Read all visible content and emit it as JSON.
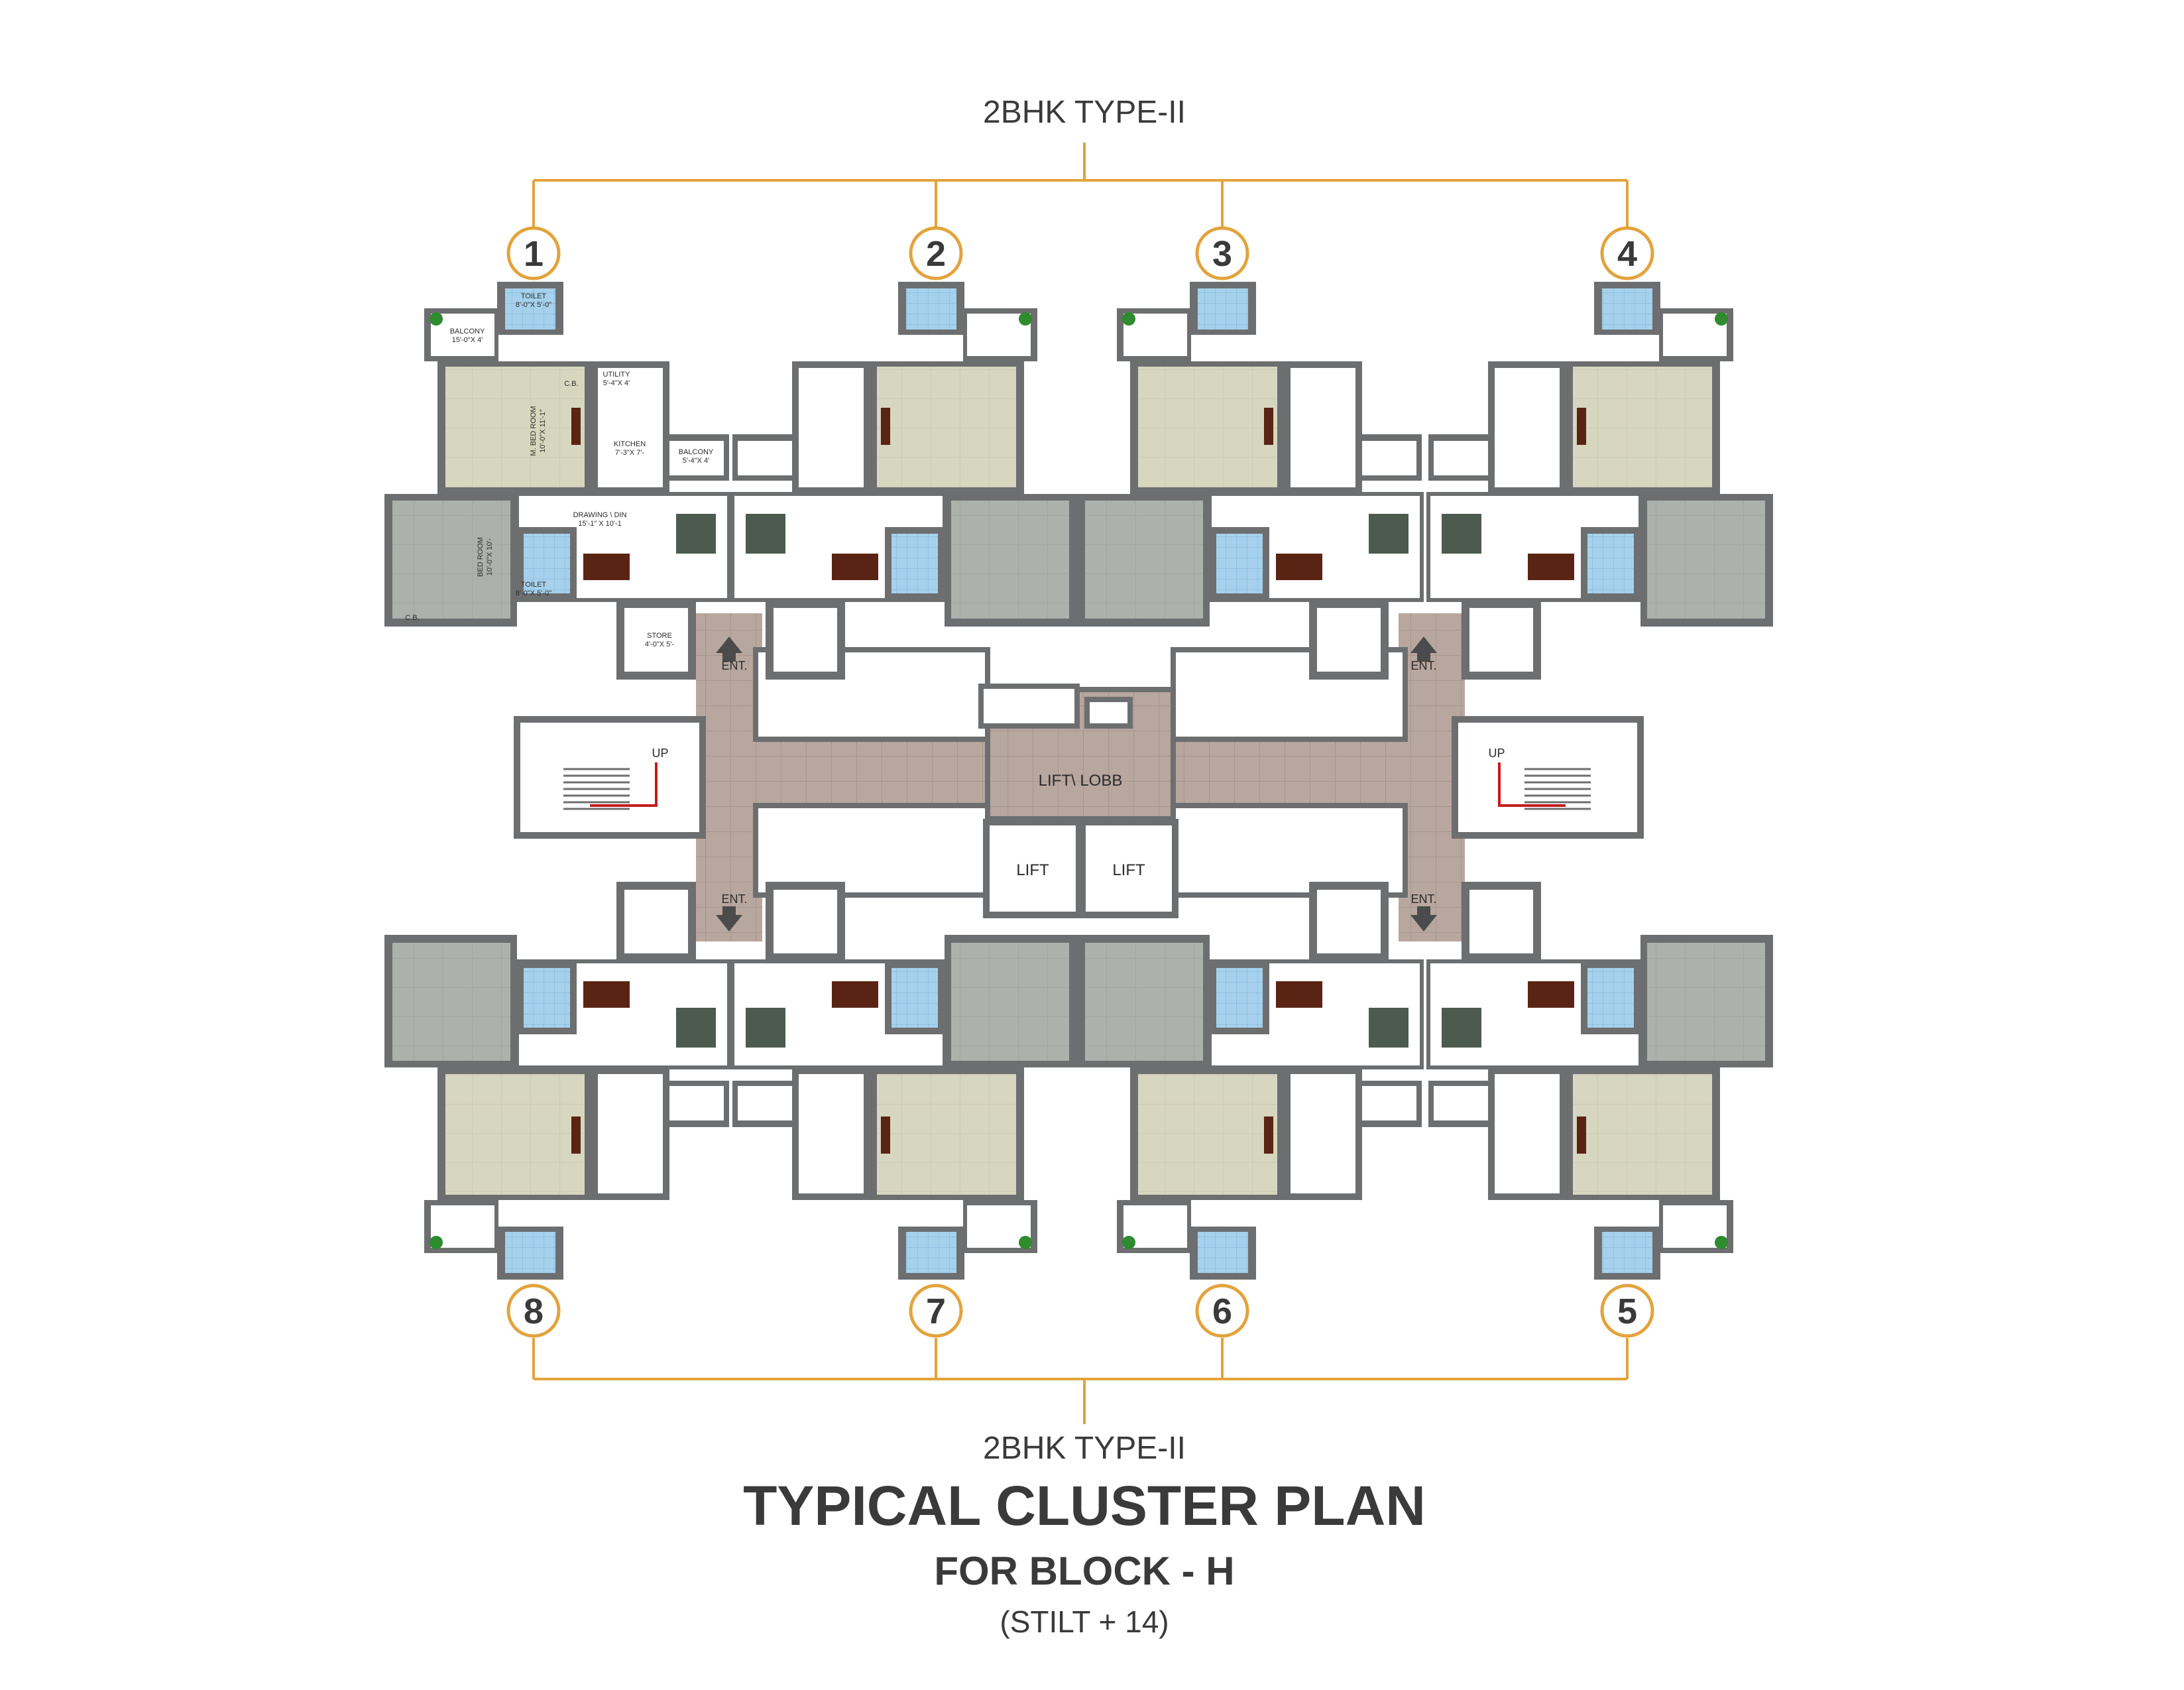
{
  "top_heading": "2BHK TYPE-II",
  "bottom_heading": "2BHK TYPE-II",
  "title": "TYPICAL CLUSTER PLAN",
  "subtitle": "FOR BLOCK - H",
  "note": "(STILT + 14)",
  "unit_numbers_top": [
    "1",
    "2",
    "3",
    "4"
  ],
  "unit_numbers_bottom": [
    "8",
    "7",
    "6",
    "5"
  ],
  "core": {
    "lobby": "LIFT\\ LOBB",
    "lift_1": "LIFT",
    "lift_2": "LIFT",
    "stair_up": "UP",
    "entrance": "ENT."
  },
  "rooms": {
    "toilet": "TOILET",
    "toilet_size": "8'-0\"X 5'-0\"",
    "balcony": "BALCONY",
    "balcony_size": "15'-0\"X 4'",
    "kitchen": "KITCHEN",
    "kitchen_size": "7'-3\"X 7'-",
    "utility": "UTILITY",
    "utility_size": "5'-4\"X 4'",
    "small_balcony_size": "5'-4\"X 4'",
    "m_bed_room": "M. BED ROOM",
    "m_bed_size": "10'-0\"X 11'-1\"",
    "bed_room": "BED ROOM",
    "bed_size": "10'-0\"X 10'-",
    "drawing_din": "DRAWING \\ DIN",
    "drawing_size": "15'-1\" X 10'-1",
    "store": "STORE",
    "store_size": "4'-0\"X 5'-",
    "cb": "C.B."
  },
  "colors": {
    "wall": "#6d6e70",
    "lobby_floor": "#b6a69e",
    "master_bed_floor": "#d5d5bd",
    "bed_floor": "#a9aea9",
    "toilet_floor": "#9fcbe8",
    "dining_table": "#5a2414",
    "accent_line": "#e3a33c",
    "balcony_plant": "#2e8b2e"
  }
}
